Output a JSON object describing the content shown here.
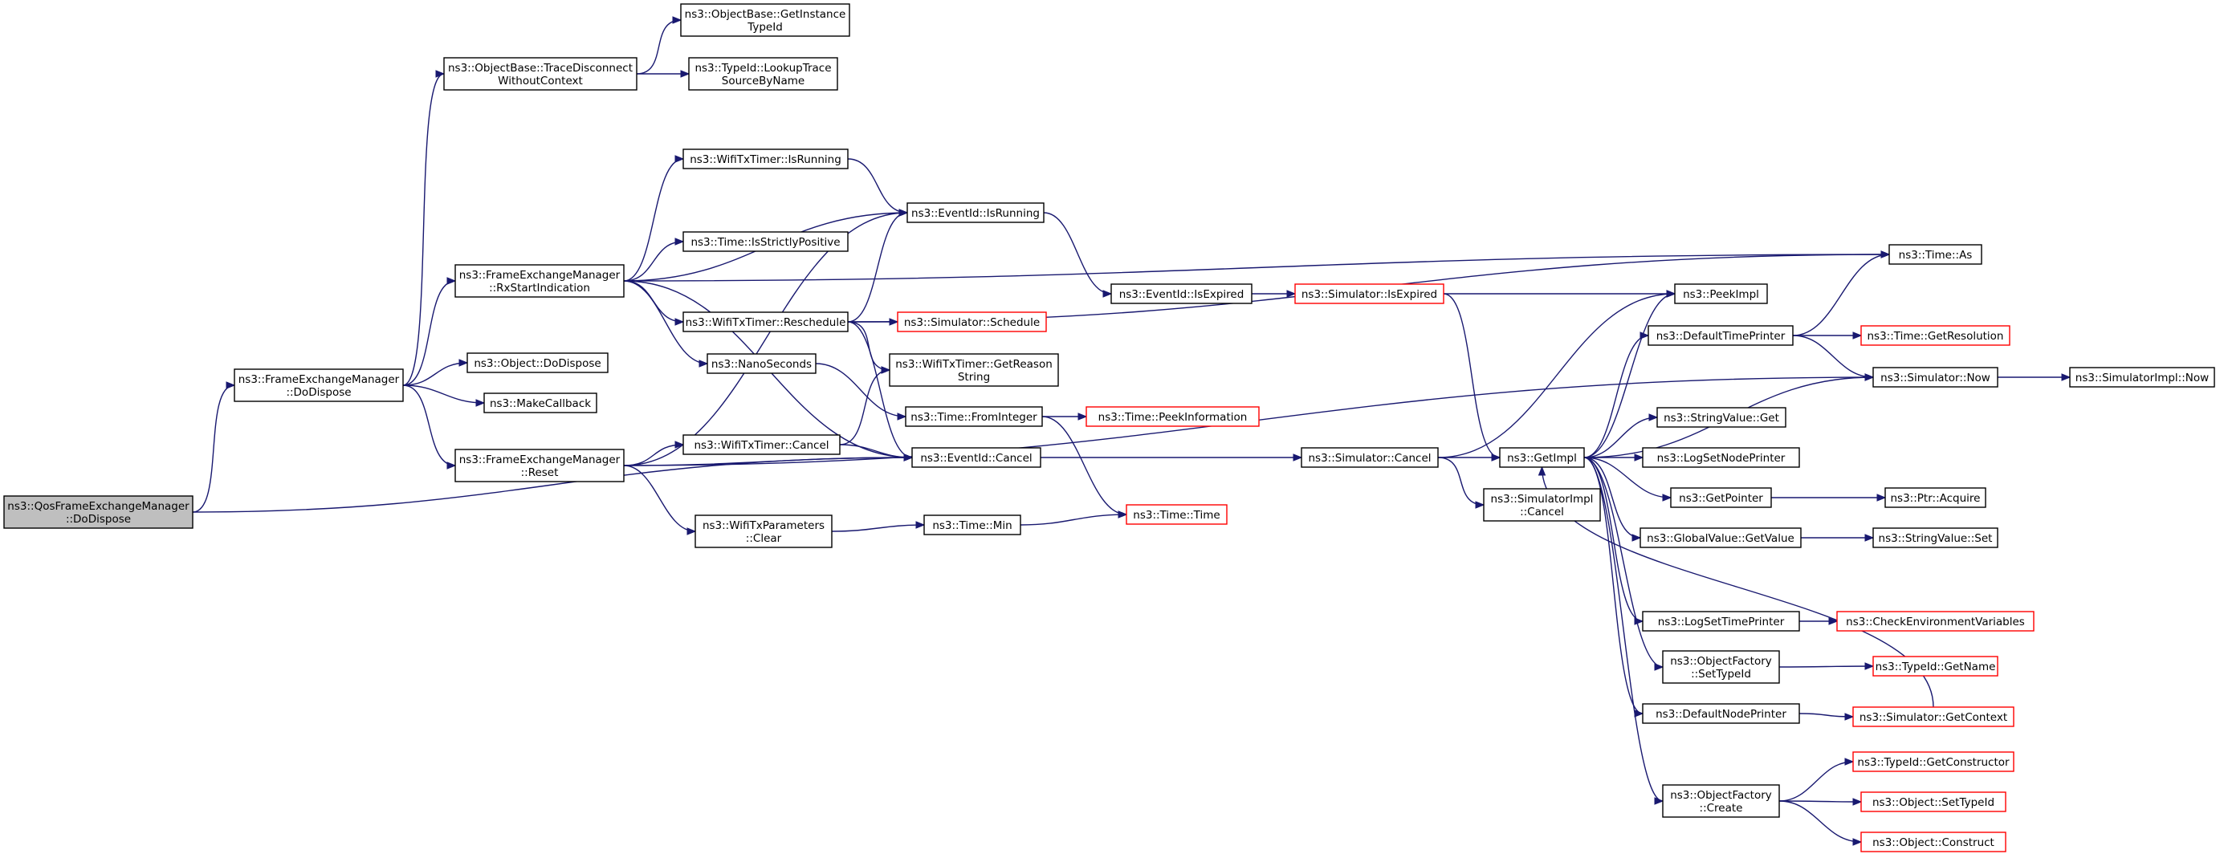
{
  "graph": {
    "colors": {
      "edge": "#191970",
      "node_border": "#000000",
      "missing_border": "#ff0000",
      "root_fill": "#bfbfbf",
      "background": "#ffffff"
    },
    "nodes": [
      {
        "id": "root",
        "lines": [
          "ns3::QosFrameExchangeManager",
          "::DoDispose"
        ],
        "style": "root"
      },
      {
        "id": "fem_dodispose",
        "lines": [
          "ns3::FrameExchangeManager",
          "::DoDispose"
        ],
        "style": "normal"
      },
      {
        "id": "ob_tracedisc",
        "lines": [
          "ns3::ObjectBase::TraceDisconnect",
          "WithoutContext"
        ],
        "style": "normal"
      },
      {
        "id": "ob_getinst",
        "lines": [
          "ns3::ObjectBase::GetInstance",
          "TypeId"
        ],
        "style": "normal"
      },
      {
        "id": "tid_lookup",
        "lines": [
          "ns3::TypeId::LookupTrace",
          "SourceByName"
        ],
        "style": "normal"
      },
      {
        "id": "fem_rxstart",
        "lines": [
          "ns3::FrameExchangeManager",
          "::RxStartIndication"
        ],
        "style": "normal"
      },
      {
        "id": "obj_dodispose",
        "lines": [
          "ns3::Object::DoDispose"
        ],
        "style": "normal"
      },
      {
        "id": "makecallback",
        "lines": [
          "ns3::MakeCallback"
        ],
        "style": "normal"
      },
      {
        "id": "fem_reset",
        "lines": [
          "ns3::FrameExchangeManager",
          "::Reset"
        ],
        "style": "normal"
      },
      {
        "id": "wtt_isrunning",
        "lines": [
          "ns3::WifiTxTimer::IsRunning"
        ],
        "style": "normal"
      },
      {
        "id": "time_strict",
        "lines": [
          "ns3::Time::IsStrictlyPositive"
        ],
        "style": "normal"
      },
      {
        "id": "wtt_resched",
        "lines": [
          "ns3::WifiTxTimer::Reschedule"
        ],
        "style": "normal"
      },
      {
        "id": "nanoseconds",
        "lines": [
          "ns3::NanoSeconds"
        ],
        "style": "normal"
      },
      {
        "id": "wtt_cancel",
        "lines": [
          "ns3::WifiTxTimer::Cancel"
        ],
        "style": "normal"
      },
      {
        "id": "wtp_clear",
        "lines": [
          "ns3::WifiTxParameters",
          "::Clear"
        ],
        "style": "normal"
      },
      {
        "id": "eid_isrunning",
        "lines": [
          "ns3::EventId::IsRunning"
        ],
        "style": "normal"
      },
      {
        "id": "sim_schedule",
        "lines": [
          "ns3::Simulator::Schedule"
        ],
        "style": "red"
      },
      {
        "id": "wtt_getreason",
        "lines": [
          "ns3::WifiTxTimer::GetReason",
          "String"
        ],
        "style": "normal"
      },
      {
        "id": "time_fromint",
        "lines": [
          "ns3::Time::FromInteger"
        ],
        "style": "normal"
      },
      {
        "id": "eid_cancel",
        "lines": [
          "ns3::EventId::Cancel"
        ],
        "style": "normal"
      },
      {
        "id": "time_min",
        "lines": [
          "ns3::Time::Min"
        ],
        "style": "normal"
      },
      {
        "id": "time_peekinfo",
        "lines": [
          "ns3::Time::PeekInformation"
        ],
        "style": "red"
      },
      {
        "id": "time_time",
        "lines": [
          "ns3::Time::Time"
        ],
        "style": "red"
      },
      {
        "id": "eid_isexpired",
        "lines": [
          "ns3::EventId::IsExpired"
        ],
        "style": "normal"
      },
      {
        "id": "sim_isexpired",
        "lines": [
          "ns3::Simulator::IsExpired"
        ],
        "style": "red"
      },
      {
        "id": "sim_cancel",
        "lines": [
          "ns3::Simulator::Cancel"
        ],
        "style": "normal"
      },
      {
        "id": "simimpl_cancel",
        "lines": [
          "ns3::SimulatorImpl",
          "::Cancel"
        ],
        "style": "normal"
      },
      {
        "id": "getimpl",
        "lines": [
          "ns3::GetImpl"
        ],
        "style": "normal"
      },
      {
        "id": "peekimpl",
        "lines": [
          "ns3::PeekImpl"
        ],
        "style": "normal"
      },
      {
        "id": "dtp",
        "lines": [
          "ns3::DefaultTimePrinter"
        ],
        "style": "normal"
      },
      {
        "id": "sv_get",
        "lines": [
          "ns3::StringValue::Get"
        ],
        "style": "normal"
      },
      {
        "id": "lognodeprinter",
        "lines": [
          "ns3::LogSetNodePrinter"
        ],
        "style": "normal"
      },
      {
        "id": "getpointer",
        "lines": [
          "ns3::GetPointer"
        ],
        "style": "normal"
      },
      {
        "id": "gv_getvalue",
        "lines": [
          "ns3::GlobalValue::GetValue"
        ],
        "style": "normal"
      },
      {
        "id": "logtimeprinter",
        "lines": [
          "ns3::LogSetTimePrinter"
        ],
        "style": "normal"
      },
      {
        "id": "of_settypeid",
        "lines": [
          "ns3::ObjectFactory",
          "::SetTypeId"
        ],
        "style": "normal"
      },
      {
        "id": "dnp",
        "lines": [
          "ns3::DefaultNodePrinter"
        ],
        "style": "normal"
      },
      {
        "id": "of_create",
        "lines": [
          "ns3::ObjectFactory",
          "::Create"
        ],
        "style": "normal"
      },
      {
        "id": "time_as",
        "lines": [
          "ns3::Time::As"
        ],
        "style": "normal"
      },
      {
        "id": "time_getres",
        "lines": [
          "ns3::Time::GetResolution"
        ],
        "style": "red"
      },
      {
        "id": "sim_now",
        "lines": [
          "ns3::Simulator::Now"
        ],
        "style": "normal"
      },
      {
        "id": "simimpl_now",
        "lines": [
          "ns3::SimulatorImpl::Now"
        ],
        "style": "normal"
      },
      {
        "id": "ptr_acquire",
        "lines": [
          "ns3::Ptr::Acquire"
        ],
        "style": "normal"
      },
      {
        "id": "sv_set",
        "lines": [
          "ns3::StringValue::Set"
        ],
        "style": "normal"
      },
      {
        "id": "checkenv",
        "lines": [
          "ns3::CheckEnvironmentVariables"
        ],
        "style": "red"
      },
      {
        "id": "tid_getname",
        "lines": [
          "ns3::TypeId::GetName"
        ],
        "style": "red"
      },
      {
        "id": "sim_getcontext",
        "lines": [
          "ns3::Simulator::GetContext"
        ],
        "style": "red"
      },
      {
        "id": "tid_getctor",
        "lines": [
          "ns3::TypeId::GetConstructor"
        ],
        "style": "red"
      },
      {
        "id": "obj_settypeid",
        "lines": [
          "ns3::Object::SetTypeId"
        ],
        "style": "red"
      },
      {
        "id": "obj_construct",
        "lines": [
          "ns3::Object::Construct"
        ],
        "style": "red"
      }
    ],
    "edges": [
      [
        "root",
        "fem_dodispose"
      ],
      [
        "root",
        "eid_cancel"
      ],
      [
        "fem_dodispose",
        "ob_tracedisc"
      ],
      [
        "fem_dodispose",
        "fem_rxstart"
      ],
      [
        "fem_dodispose",
        "obj_dodispose"
      ],
      [
        "fem_dodispose",
        "makecallback"
      ],
      [
        "fem_dodispose",
        "fem_reset"
      ],
      [
        "ob_tracedisc",
        "ob_getinst"
      ],
      [
        "ob_tracedisc",
        "tid_lookup"
      ],
      [
        "fem_rxstart",
        "wtt_isrunning"
      ],
      [
        "fem_rxstart",
        "eid_isrunning"
      ],
      [
        "fem_rxstart",
        "time_strict"
      ],
      [
        "fem_rxstart",
        "wtt_resched"
      ],
      [
        "fem_rxstart",
        "nanoseconds"
      ],
      [
        "fem_rxstart",
        "time_as"
      ],
      [
        "fem_rxstart",
        "eid_cancel"
      ],
      [
        "fem_reset",
        "wtt_cancel"
      ],
      [
        "fem_reset",
        "eid_cancel"
      ],
      [
        "fem_reset",
        "wtp_clear"
      ],
      [
        "fem_reset",
        "eid_isrunning"
      ],
      [
        "fem_reset",
        "sim_now"
      ],
      [
        "wtt_isrunning",
        "eid_isrunning"
      ],
      [
        "wtt_resched",
        "eid_isrunning"
      ],
      [
        "wtt_resched",
        "sim_schedule"
      ],
      [
        "wtt_resched",
        "wtt_getreason"
      ],
      [
        "wtt_resched",
        "eid_cancel"
      ],
      [
        "wtt_resched",
        "time_as"
      ],
      [
        "nanoseconds",
        "time_fromint"
      ],
      [
        "wtt_cancel",
        "wtt_getreason"
      ],
      [
        "wtt_cancel",
        "eid_cancel"
      ],
      [
        "wtp_clear",
        "time_min"
      ],
      [
        "eid_isrunning",
        "eid_isexpired"
      ],
      [
        "eid_isexpired",
        "sim_isexpired"
      ],
      [
        "sim_isexpired",
        "peekimpl"
      ],
      [
        "sim_isexpired",
        "getimpl"
      ],
      [
        "time_fromint",
        "time_peekinfo"
      ],
      [
        "time_fromint",
        "time_time"
      ],
      [
        "time_min",
        "time_time"
      ],
      [
        "eid_cancel",
        "sim_cancel"
      ],
      [
        "sim_cancel",
        "getimpl"
      ],
      [
        "sim_cancel",
        "simimpl_cancel"
      ],
      [
        "sim_cancel",
        "peekimpl"
      ],
      [
        "getimpl",
        "peekimpl"
      ],
      [
        "getimpl",
        "dtp"
      ],
      [
        "getimpl",
        "sv_get"
      ],
      [
        "getimpl",
        "lognodeprinter"
      ],
      [
        "getimpl",
        "getpointer"
      ],
      [
        "getimpl",
        "gv_getvalue"
      ],
      [
        "getimpl",
        "logtimeprinter"
      ],
      [
        "getimpl",
        "of_settypeid"
      ],
      [
        "getimpl",
        "dnp"
      ],
      [
        "getimpl",
        "of_create"
      ],
      [
        "getimpl",
        "sim_now"
      ],
      [
        "dtp",
        "time_as"
      ],
      [
        "dtp",
        "time_getres"
      ],
      [
        "dtp",
        "sim_now"
      ],
      [
        "sim_now",
        "simimpl_now"
      ],
      [
        "getpointer",
        "ptr_acquire"
      ],
      [
        "gv_getvalue",
        "sv_set"
      ],
      [
        "logtimeprinter",
        "checkenv"
      ],
      [
        "of_settypeid",
        "tid_getname"
      ],
      [
        "dnp",
        "sim_getcontext"
      ],
      [
        "sim_getcontext",
        "getimpl"
      ],
      [
        "of_create",
        "tid_getctor"
      ],
      [
        "of_create",
        "obj_settypeid"
      ],
      [
        "of_create",
        "obj_construct"
      ]
    ]
  }
}
